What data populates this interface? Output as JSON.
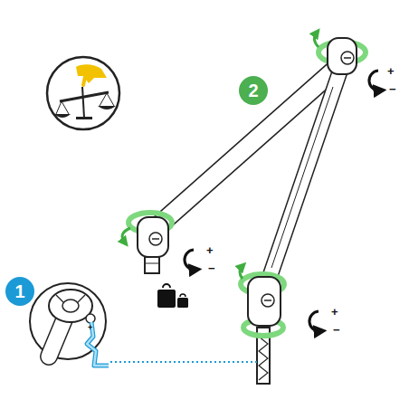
{
  "diagram": {
    "nodes": [
      {
        "text": [
          "2"
        ]
      },
      {
        "text": [
          "1"
        ]
      }
    ],
    "labels": [
      "+",
      "−",
      "+",
      "−",
      "+",
      "−",
      "+"
    ]
  }
}
